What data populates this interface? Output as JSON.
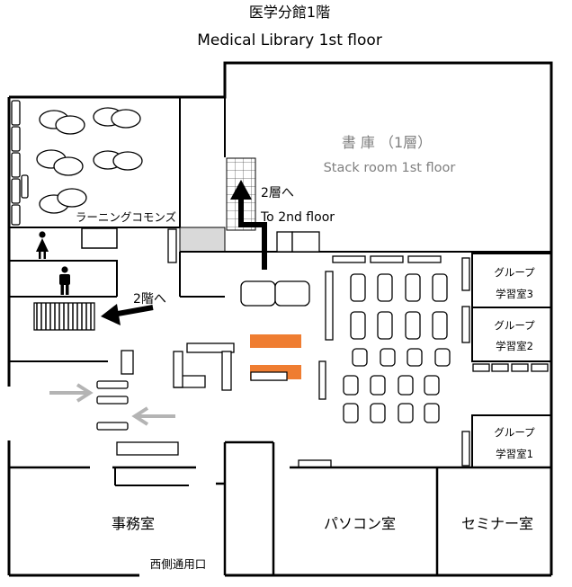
{
  "title": {
    "ja": "医学分館1階",
    "en": "Medical Library 1st floor"
  },
  "stack_room": {
    "ja": "書 庫 （1層）",
    "en": "Stack room 1st floor"
  },
  "to_2nd_layer": {
    "ja": "2層へ",
    "en": "To 2nd floor"
  },
  "learning_commons": "ラーニングコモンズ",
  "to_2nd_floor": "2階へ",
  "group_rooms": [
    {
      "line1": "グループ",
      "line2": "学習室3"
    },
    {
      "line1": "グループ",
      "line2": "学習室2"
    },
    {
      "line1": "グループ",
      "line2": "学習室1"
    }
  ],
  "office": "事務室",
  "west_entrance": "西側通用口",
  "pc_room": "パソコン室",
  "seminar_room": "セミナー室",
  "colors": {
    "orange": "#ef7d31",
    "gray_arrow": "#b4b4b4",
    "stack_text": "#7f7f7f",
    "gray_fill": "#d9d9d9"
  },
  "icons": [
    "female-restroom-icon",
    "male-restroom-icon",
    "stairs-icon",
    "arrow-left-icon",
    "arrow-up-icon",
    "entrance-arrow-icon"
  ]
}
